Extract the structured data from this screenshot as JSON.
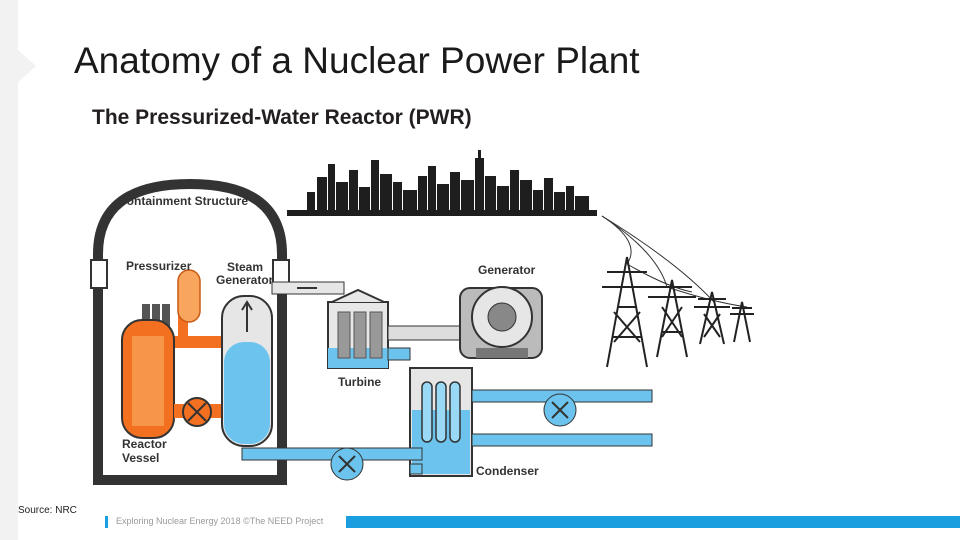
{
  "slide": {
    "title": "Anatomy of a Nuclear Power Plant",
    "source": "Source:  NRC",
    "footer": "Exploring Nuclear Energy 2018 ©The NEED Project"
  },
  "diagram": {
    "title": "The Pressurized-Water Reactor (PWR)",
    "labels": {
      "containment": "Containment Structure",
      "pressurizer": "Pressurizer",
      "steam_gen_1": "Steam",
      "steam_gen_2": "Generator",
      "reactor_1": "Reactor",
      "reactor_2": "Vessel",
      "turbine": "Turbine",
      "generator": "Generator",
      "condenser": "Condenser"
    },
    "colors": {
      "hot_water": "#f37021",
      "hot_light": "#f8a65e",
      "cool_water": "#6cc4ee",
      "steam": "#e8e8e8",
      "structure": "#333333",
      "accent_bar": "#1a9ee0"
    }
  }
}
